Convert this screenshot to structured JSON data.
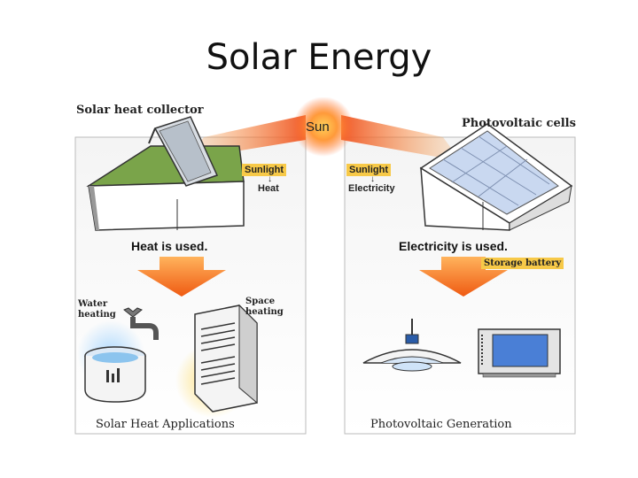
{
  "slide": {
    "title": "Solar Energy"
  },
  "diagram": {
    "sun_label": "Sun",
    "left": {
      "collector_label": "Solar heat collector",
      "conversion_from": "Sunlight",
      "conversion_to": "Heat",
      "used_label": "Heat is used.",
      "water_heating": [
        "Water",
        "heating"
      ],
      "space_heating": [
        "Space",
        "heating"
      ],
      "footer": "Solar Heat Applications"
    },
    "right": {
      "cells_label": "Photovoltaic cells",
      "conversion_from": "Sunlight",
      "conversion_to": "Electricity",
      "used_label": "Electricity is used.",
      "battery_label": "Storage battery",
      "footer": "Photovoltaic Generation"
    },
    "colors": {
      "sun": "#e8452c",
      "arrow": "#f26a1b",
      "tag": "#f7c948",
      "roof": "#7aa44a",
      "panel": "#c9d8f0",
      "screen": "#4a7fd6"
    }
  }
}
